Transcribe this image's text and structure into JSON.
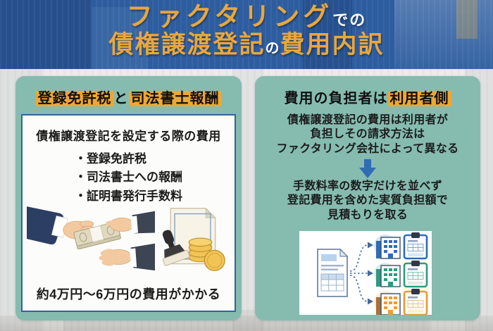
{
  "colors": {
    "header_bg": "#2d5d9f",
    "title_accent": "#e9a73b",
    "title_sub": "#ffffff",
    "card_bg": "#86bbb0",
    "highlight": "#efa72f",
    "box_border": "#31649f",
    "box_bg": "#fcfcfa",
    "arrow_blue": "#2e6cb3",
    "text_color": "#1c1c1c",
    "page_bg": "#ebebe9"
  },
  "header": {
    "title_line1_main": "ファクタリング",
    "title_line1_sub": "での",
    "title_line2_part1": "債権譲渡登記",
    "title_line2_sub": "の",
    "title_line2_part2": "費用内訳"
  },
  "left_card": {
    "heading_highlight1": "登録免許税",
    "heading_plain": "と",
    "heading_highlight2": "司法書士報酬",
    "box": {
      "intro": "債権譲渡登記を設定する際の費用",
      "bullet_marker": "・",
      "bullets": [
        "登録免許税",
        "司法書士への報酬",
        "証明書発行手数料"
      ],
      "conclusion": "約4万円〜6万円の費用がかかる"
    }
  },
  "right_card": {
    "heading_plain": "費用の負担者は",
    "heading_highlight": "利用者側",
    "paragraph1_lines": [
      "債権譲渡登記の費用は利用者が",
      "負担しその請求方法は",
      "ファクタリング会社によって異なる"
    ],
    "paragraph2_lines": [
      "手数料率の数字だけを並べず",
      "登記費用を含めた実質負担額で",
      "見積もりを取る"
    ]
  }
}
